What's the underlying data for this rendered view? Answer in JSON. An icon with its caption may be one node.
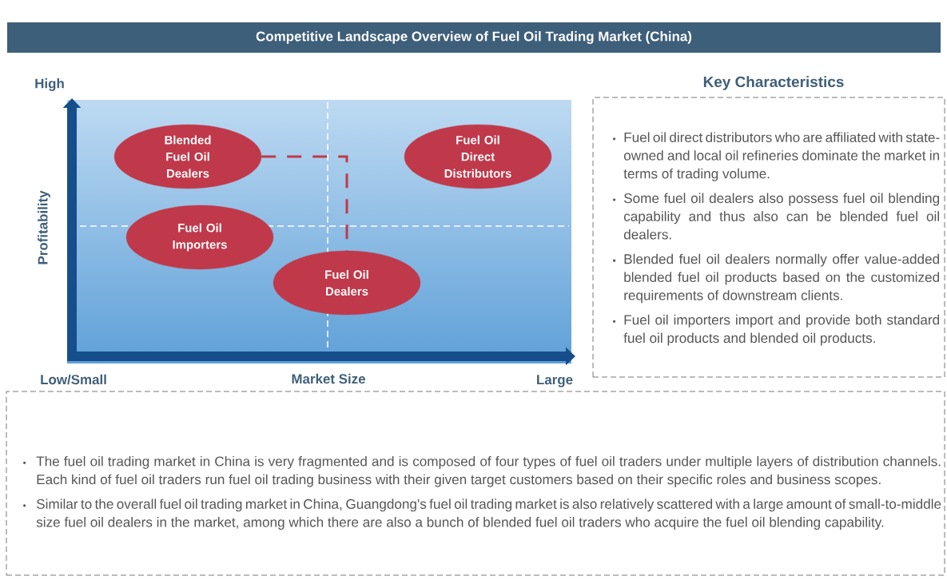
{
  "diagram": {
    "title": "Competitive Landscape Overview of Fuel Oil Trading Market (China)",
    "nodes": [
      {
        "text": [
          "Blended Fuel Oil Dealers"
        ]
      },
      {
        "text": [
          "Fuel Oil Direct Distributors"
        ]
      },
      {
        "text": [
          "Fuel Oil Importers"
        ]
      },
      {
        "text": [
          "Fuel Oil Dealers"
        ]
      },
      {
        "text": [
          "Key Characteristics",
          "Fuel oil direct distributors who are affiliated with state-owned and local oil refineries dominate the market in terms of trading volume.",
          "Some fuel oil dealers also possess fuel oil blending capability and thus also can be blended fuel oil dealers.",
          "Blended fuel oil dealers normally offer value-added blended fuel oil products based on the customized requirements of downstream clients.",
          "Fuel oil importers import and provide both standard fuel oil products and blended oil products."
        ]
      },
      {
        "text": [
          "The fuel oil trading market in China is very fragmented and is composed of four types of fuel oil traders under multiple layers of distribution channels. Each kind of fuel oil traders run fuel oil trading business with their given target customers based on their specific roles and business scopes.",
          "Similar to the overall fuel oil trading market in China, Guangdong's fuel oil trading market is also relatively scattered with a large amount of small-to-middle size fuel oil dealers in the market, among which there are also a bunch of blended fuel oil traders who acquire the fuel oil blending capability."
        ]
      }
    ],
    "edges": [
      {
        "from": 0,
        "to": 3,
        "arrow": "none",
        "style": "dashed",
        "color": "#c0394a"
      }
    ],
    "labels": [
      "High",
      "Profitability",
      "Low/Small",
      "Market Size",
      "Large"
    ]
  }
}
